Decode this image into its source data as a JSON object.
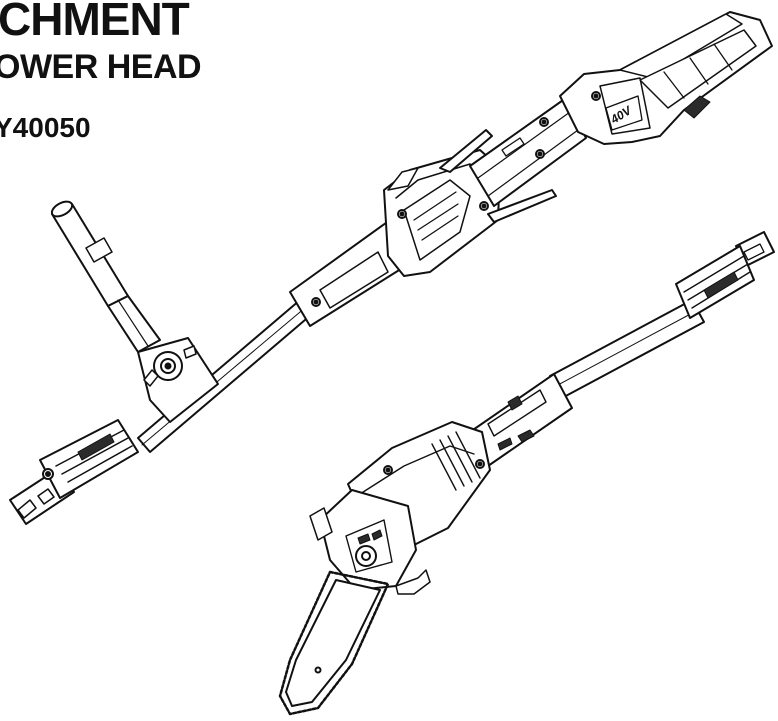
{
  "header": {
    "title_line_1": "CHMENT",
    "title_line_2": "OWER HEAD",
    "model": "Y40050"
  },
  "illustration": {
    "attachment_badge": "40V",
    "colors": {
      "line": "#111111",
      "fill": "#ffffff",
      "shade": "#2b2b2b"
    }
  }
}
